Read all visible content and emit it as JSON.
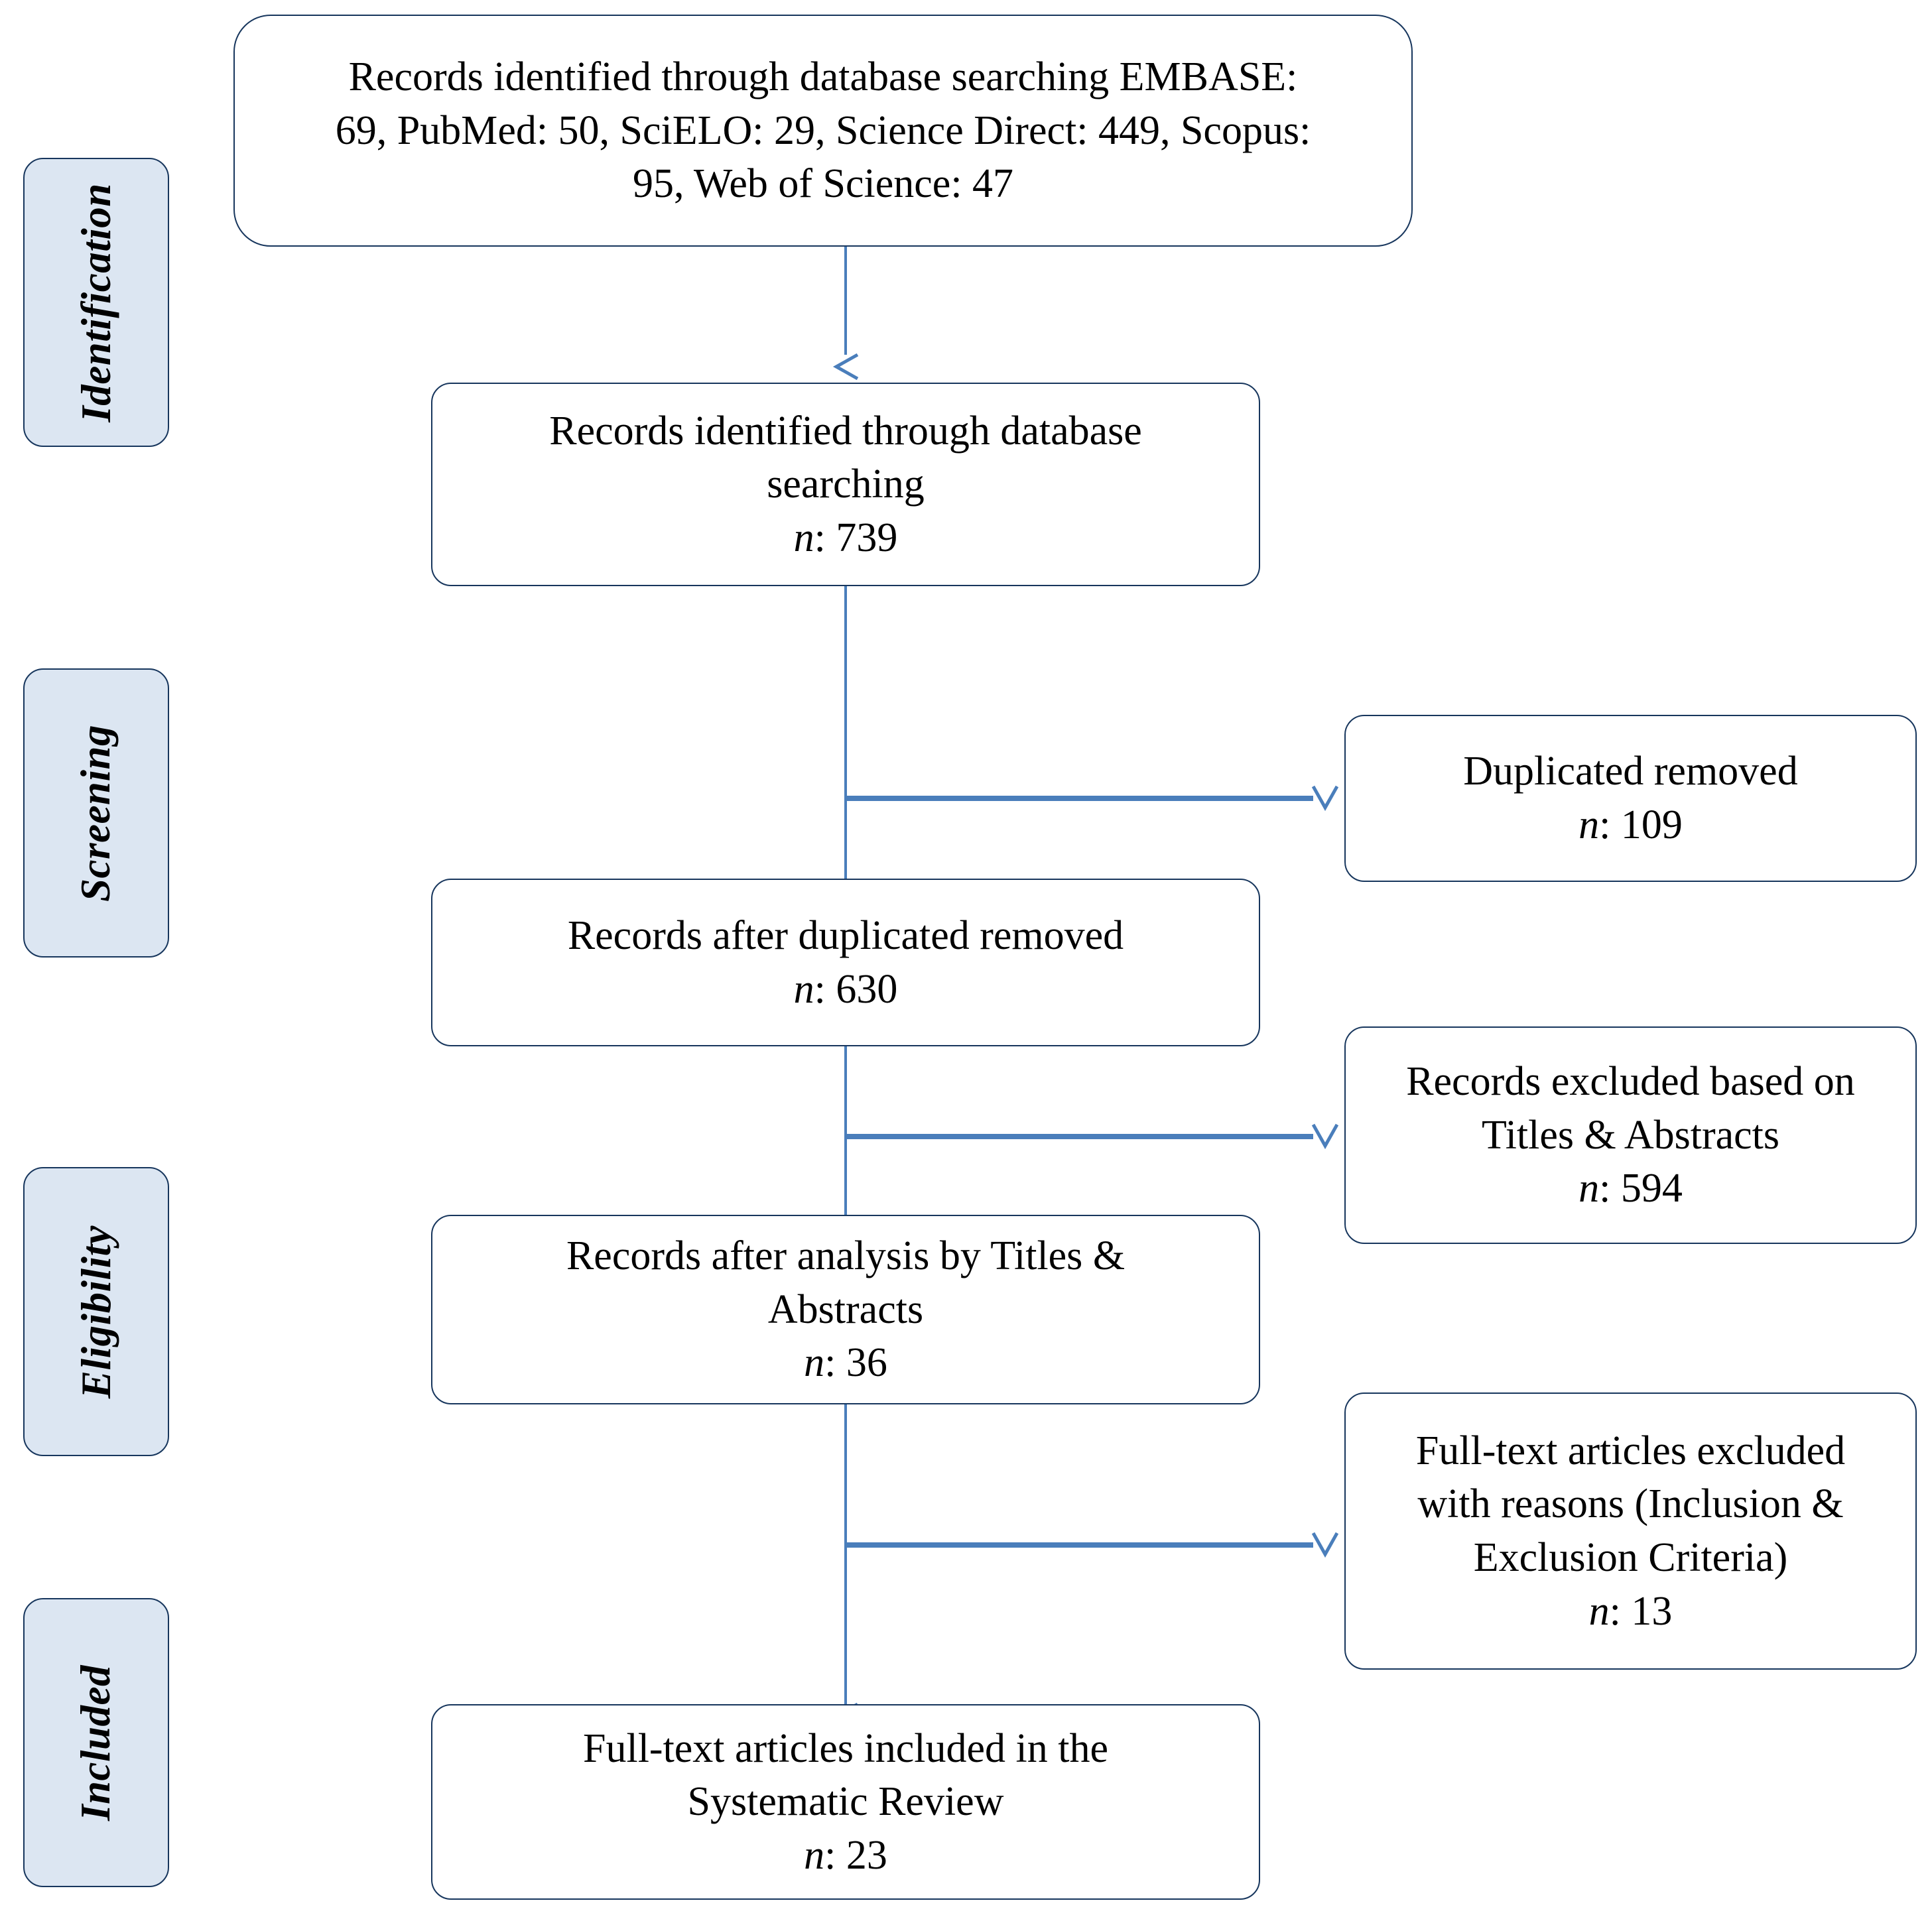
{
  "diagram": {
    "title": "PRISMA flow diagram",
    "accent_connector_color": "#4A7EBB",
    "box_border_color": "#17365D",
    "stage_fill_color": "#DCE6F2",
    "box_fill_color": "#FFFFFF"
  },
  "stages": [
    {
      "id": "identification",
      "label": "Identification"
    },
    {
      "id": "screening",
      "label": "Screening"
    },
    {
      "id": "eligibility",
      "label": "Eligibility"
    },
    {
      "id": "included",
      "label": "Included"
    }
  ],
  "boxes": {
    "sources": {
      "line1": "Records identified through database searching EMBASE:",
      "line2": "69, PubMed: 50, SciELO: 29, Science Direct: 449, Scopus:",
      "line3": "95, Web of Science: 47"
    },
    "identified": {
      "line1": "Records identified through database",
      "line2": "searching",
      "n_symbol": "n",
      "n_value": ": 739"
    },
    "duplicates_removed": {
      "line1": "Duplicated removed",
      "n_symbol": "n",
      "n_value": ": 109"
    },
    "after_duplicates": {
      "line1": "Records after duplicated removed",
      "n_symbol": "n",
      "n_value": ": 630"
    },
    "excluded_titles_abstracts": {
      "line1": "Records excluded based on",
      "line2": "Titles & Abstracts",
      "n_symbol": "n",
      "n_value": ": 594"
    },
    "after_titles_abstracts": {
      "line1": "Records after analysis by Titles &",
      "line2": "Abstracts",
      "n_symbol": "n",
      "n_value": ": 36"
    },
    "fulltext_excluded": {
      "line1": "Full-text articles excluded",
      "line2": "with reasons (Inclusion &",
      "line3": "Exclusion Criteria)",
      "n_symbol": "n",
      "n_value": ": 13"
    },
    "included_final": {
      "line1": "Full-text articles included in the",
      "line2": "Systematic Review",
      "n_symbol": "n",
      "n_value": ": 23"
    }
  },
  "chart_data": {
    "type": "diagram",
    "title": "PRISMA flow diagram",
    "nodes": [
      {
        "id": "sources",
        "stage": "Identification",
        "label": "Records identified through database searching EMBASE: 69, PubMed: 50, SciELO: 29, Science Direct: 449, Scopus: 95, Web of Science: 47",
        "n": null
      },
      {
        "id": "identified",
        "stage": "Identification",
        "label": "Records identified through database searching",
        "n": 739
      },
      {
        "id": "duplicates_removed",
        "stage": "Screening",
        "label": "Duplicated removed",
        "n": 109
      },
      {
        "id": "after_duplicates",
        "stage": "Screening",
        "label": "Records after duplicated removed",
        "n": 630
      },
      {
        "id": "excluded_titles_abstracts",
        "stage": "Eligibility",
        "label": "Records excluded based on Titles & Abstracts",
        "n": 594
      },
      {
        "id": "after_titles_abstracts",
        "stage": "Eligibility",
        "label": "Records after analysis by Titles & Abstracts",
        "n": 36
      },
      {
        "id": "fulltext_excluded",
        "stage": "Eligibility",
        "label": "Full-text articles excluded with reasons (Inclusion & Exclusion Criteria)",
        "n": 13
      },
      {
        "id": "included_final",
        "stage": "Included",
        "label": "Full-text articles included in the Systematic Review",
        "n": 23
      }
    ],
    "edges": [
      {
        "from": "sources",
        "to": "identified",
        "direction": "down"
      },
      {
        "from": "identified",
        "to": "duplicates_removed",
        "direction": "right"
      },
      {
        "from": "identified",
        "to": "after_duplicates",
        "direction": "down"
      },
      {
        "from": "after_duplicates",
        "to": "excluded_titles_abstracts",
        "direction": "right"
      },
      {
        "from": "after_duplicates",
        "to": "after_titles_abstracts",
        "direction": "down"
      },
      {
        "from": "after_titles_abstracts",
        "to": "fulltext_excluded",
        "direction": "right"
      },
      {
        "from": "after_titles_abstracts",
        "to": "included_final",
        "direction": "down"
      }
    ],
    "databases": [
      {
        "name": "EMBASE",
        "records": 69
      },
      {
        "name": "PubMed",
        "records": 50
      },
      {
        "name": "SciELO",
        "records": 29
      },
      {
        "name": "Science Direct",
        "records": 449
      },
      {
        "name": "Scopus",
        "records": 95
      },
      {
        "name": "Web of Science",
        "records": 47
      }
    ],
    "totals": {
      "identified": 739,
      "duplicates_removed": 109,
      "after_duplicates": 630,
      "excluded_titles_abstracts": 594,
      "after_titles_abstracts": 36,
      "fulltext_excluded": 13,
      "included": 23
    }
  }
}
